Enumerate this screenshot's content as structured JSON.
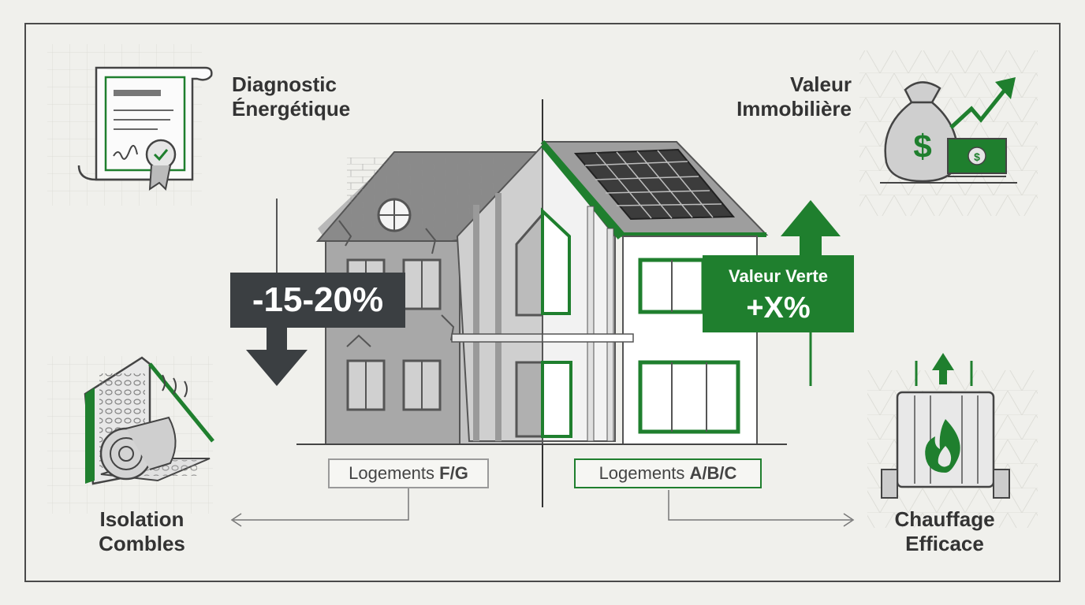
{
  "labels": {
    "diagnostic": [
      "Diagnostic",
      "Énergétique"
    ],
    "valeur": [
      "Valeur",
      "Immobilière"
    ],
    "isolation": [
      "Isolation",
      "Combles"
    ],
    "chauffage": [
      "Chauffage",
      "Efficace"
    ]
  },
  "badges": {
    "decrease": "-15-20%",
    "green_title": "Valeur Verte",
    "green_value": "+X%"
  },
  "tags": {
    "left_prefix": "Logements ",
    "left_classes": "F/G",
    "right_prefix": "Logements ",
    "right_classes": "A/B/C"
  },
  "colors": {
    "accent_green": "#1f7f2e",
    "dark": "#3b3f42",
    "line": "#555555",
    "background": "#f0f0ec"
  },
  "icons": [
    "certificate-icon",
    "money-bag-growth-icon",
    "insulation-roll-icon",
    "radiator-flame-icon",
    "solar-panel-icon"
  ]
}
